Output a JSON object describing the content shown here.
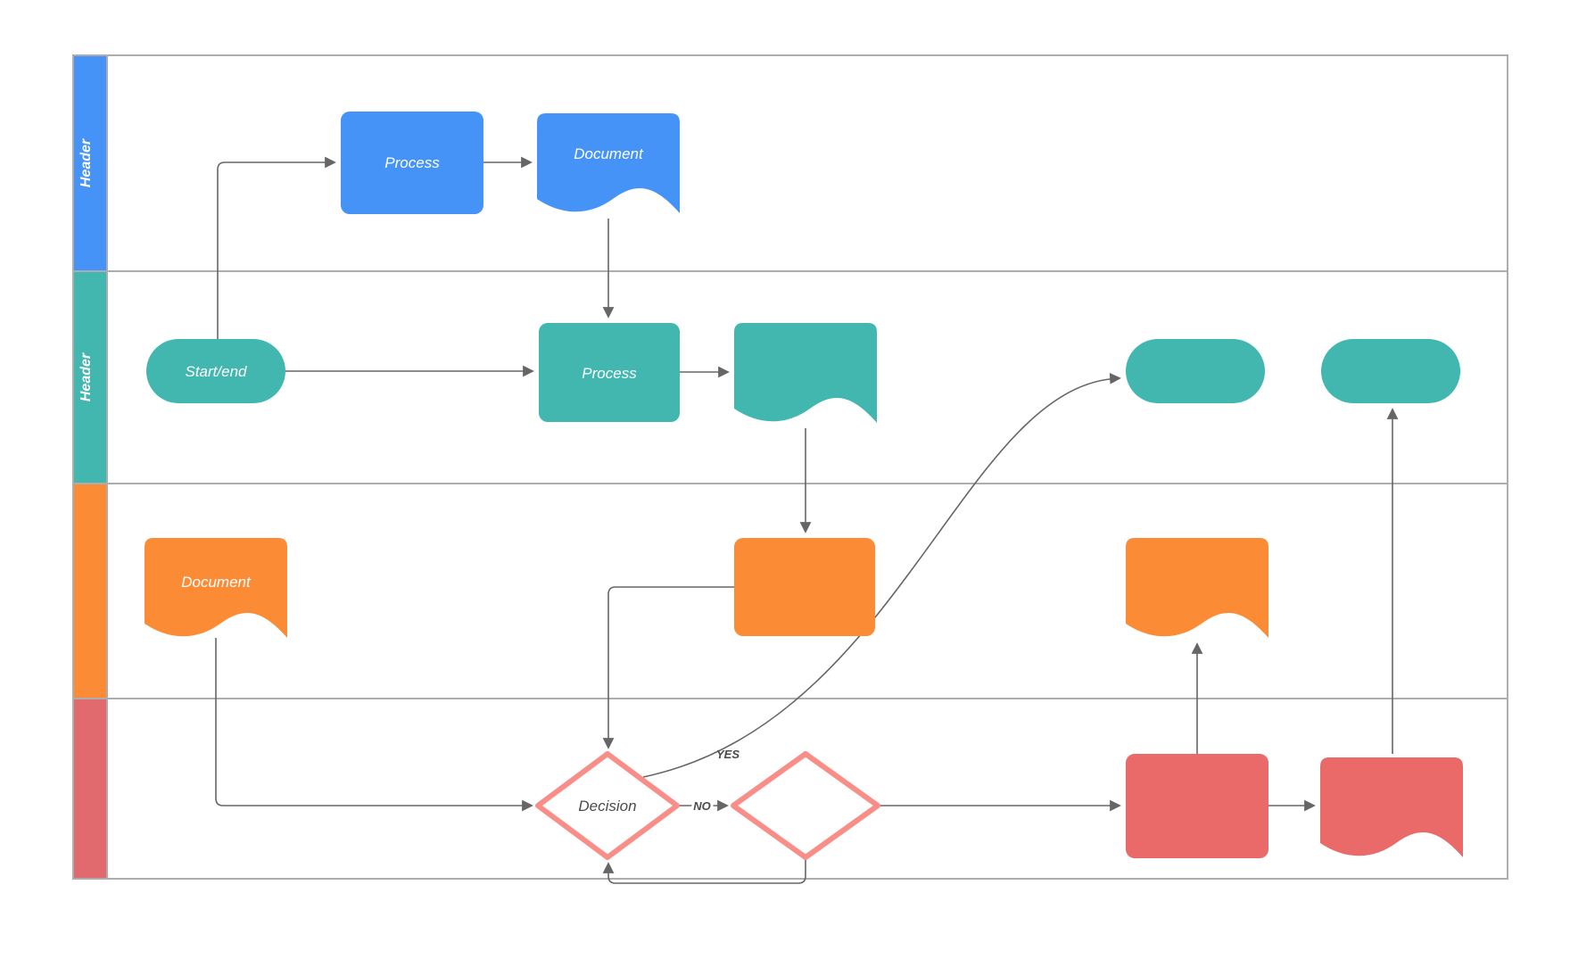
{
  "colors": {
    "blue": "#4693F7",
    "teal": "#41B7AF",
    "orange": "#FB8C35",
    "redshape": "#E96A68",
    "redband": "#E06A6E",
    "salmon": "#F98E88",
    "connector": "#666666",
    "laneborder": "#ADADAD",
    "textdark": "#4B4B4B"
  },
  "lanes": [
    {
      "label": "Header"
    },
    {
      "label": "Header"
    },
    {
      "label": ""
    },
    {
      "label": ""
    }
  ],
  "shapes": {
    "blue_process": "Process",
    "blue_document": "Document",
    "start_end": "Start/end",
    "teal_process": "Process",
    "orange_document": "Document",
    "decision": "Decision"
  },
  "edge_labels": {
    "yes": "YES",
    "no": "NO"
  }
}
